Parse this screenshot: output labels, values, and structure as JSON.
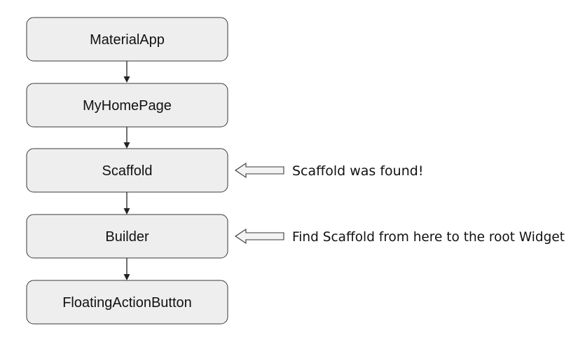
{
  "diagram": {
    "nodes": [
      {
        "id": "materialapp",
        "label": "MaterialApp"
      },
      {
        "id": "myhomepage",
        "label": "MyHomePage"
      },
      {
        "id": "scaffold",
        "label": "Scaffold"
      },
      {
        "id": "builder",
        "label": "Builder"
      },
      {
        "id": "floatingactionbutton",
        "label": "FloatingActionButton"
      }
    ],
    "edges": [
      {
        "from": "materialapp",
        "to": "myhomepage"
      },
      {
        "from": "myhomepage",
        "to": "scaffold"
      },
      {
        "from": "scaffold",
        "to": "builder"
      },
      {
        "from": "builder",
        "to": "floatingactionbutton"
      }
    ],
    "callouts": [
      {
        "target": "scaffold",
        "text": "Scaffold was found!"
      },
      {
        "target": "builder",
        "text": "Find Scaffold from here to the root Widget"
      }
    ],
    "colors": {
      "node_fill": "#eeeeee",
      "node_stroke": "#3a3a3a",
      "connector": "#222222",
      "callout_arrow_fill": "#f3f3f3"
    }
  }
}
